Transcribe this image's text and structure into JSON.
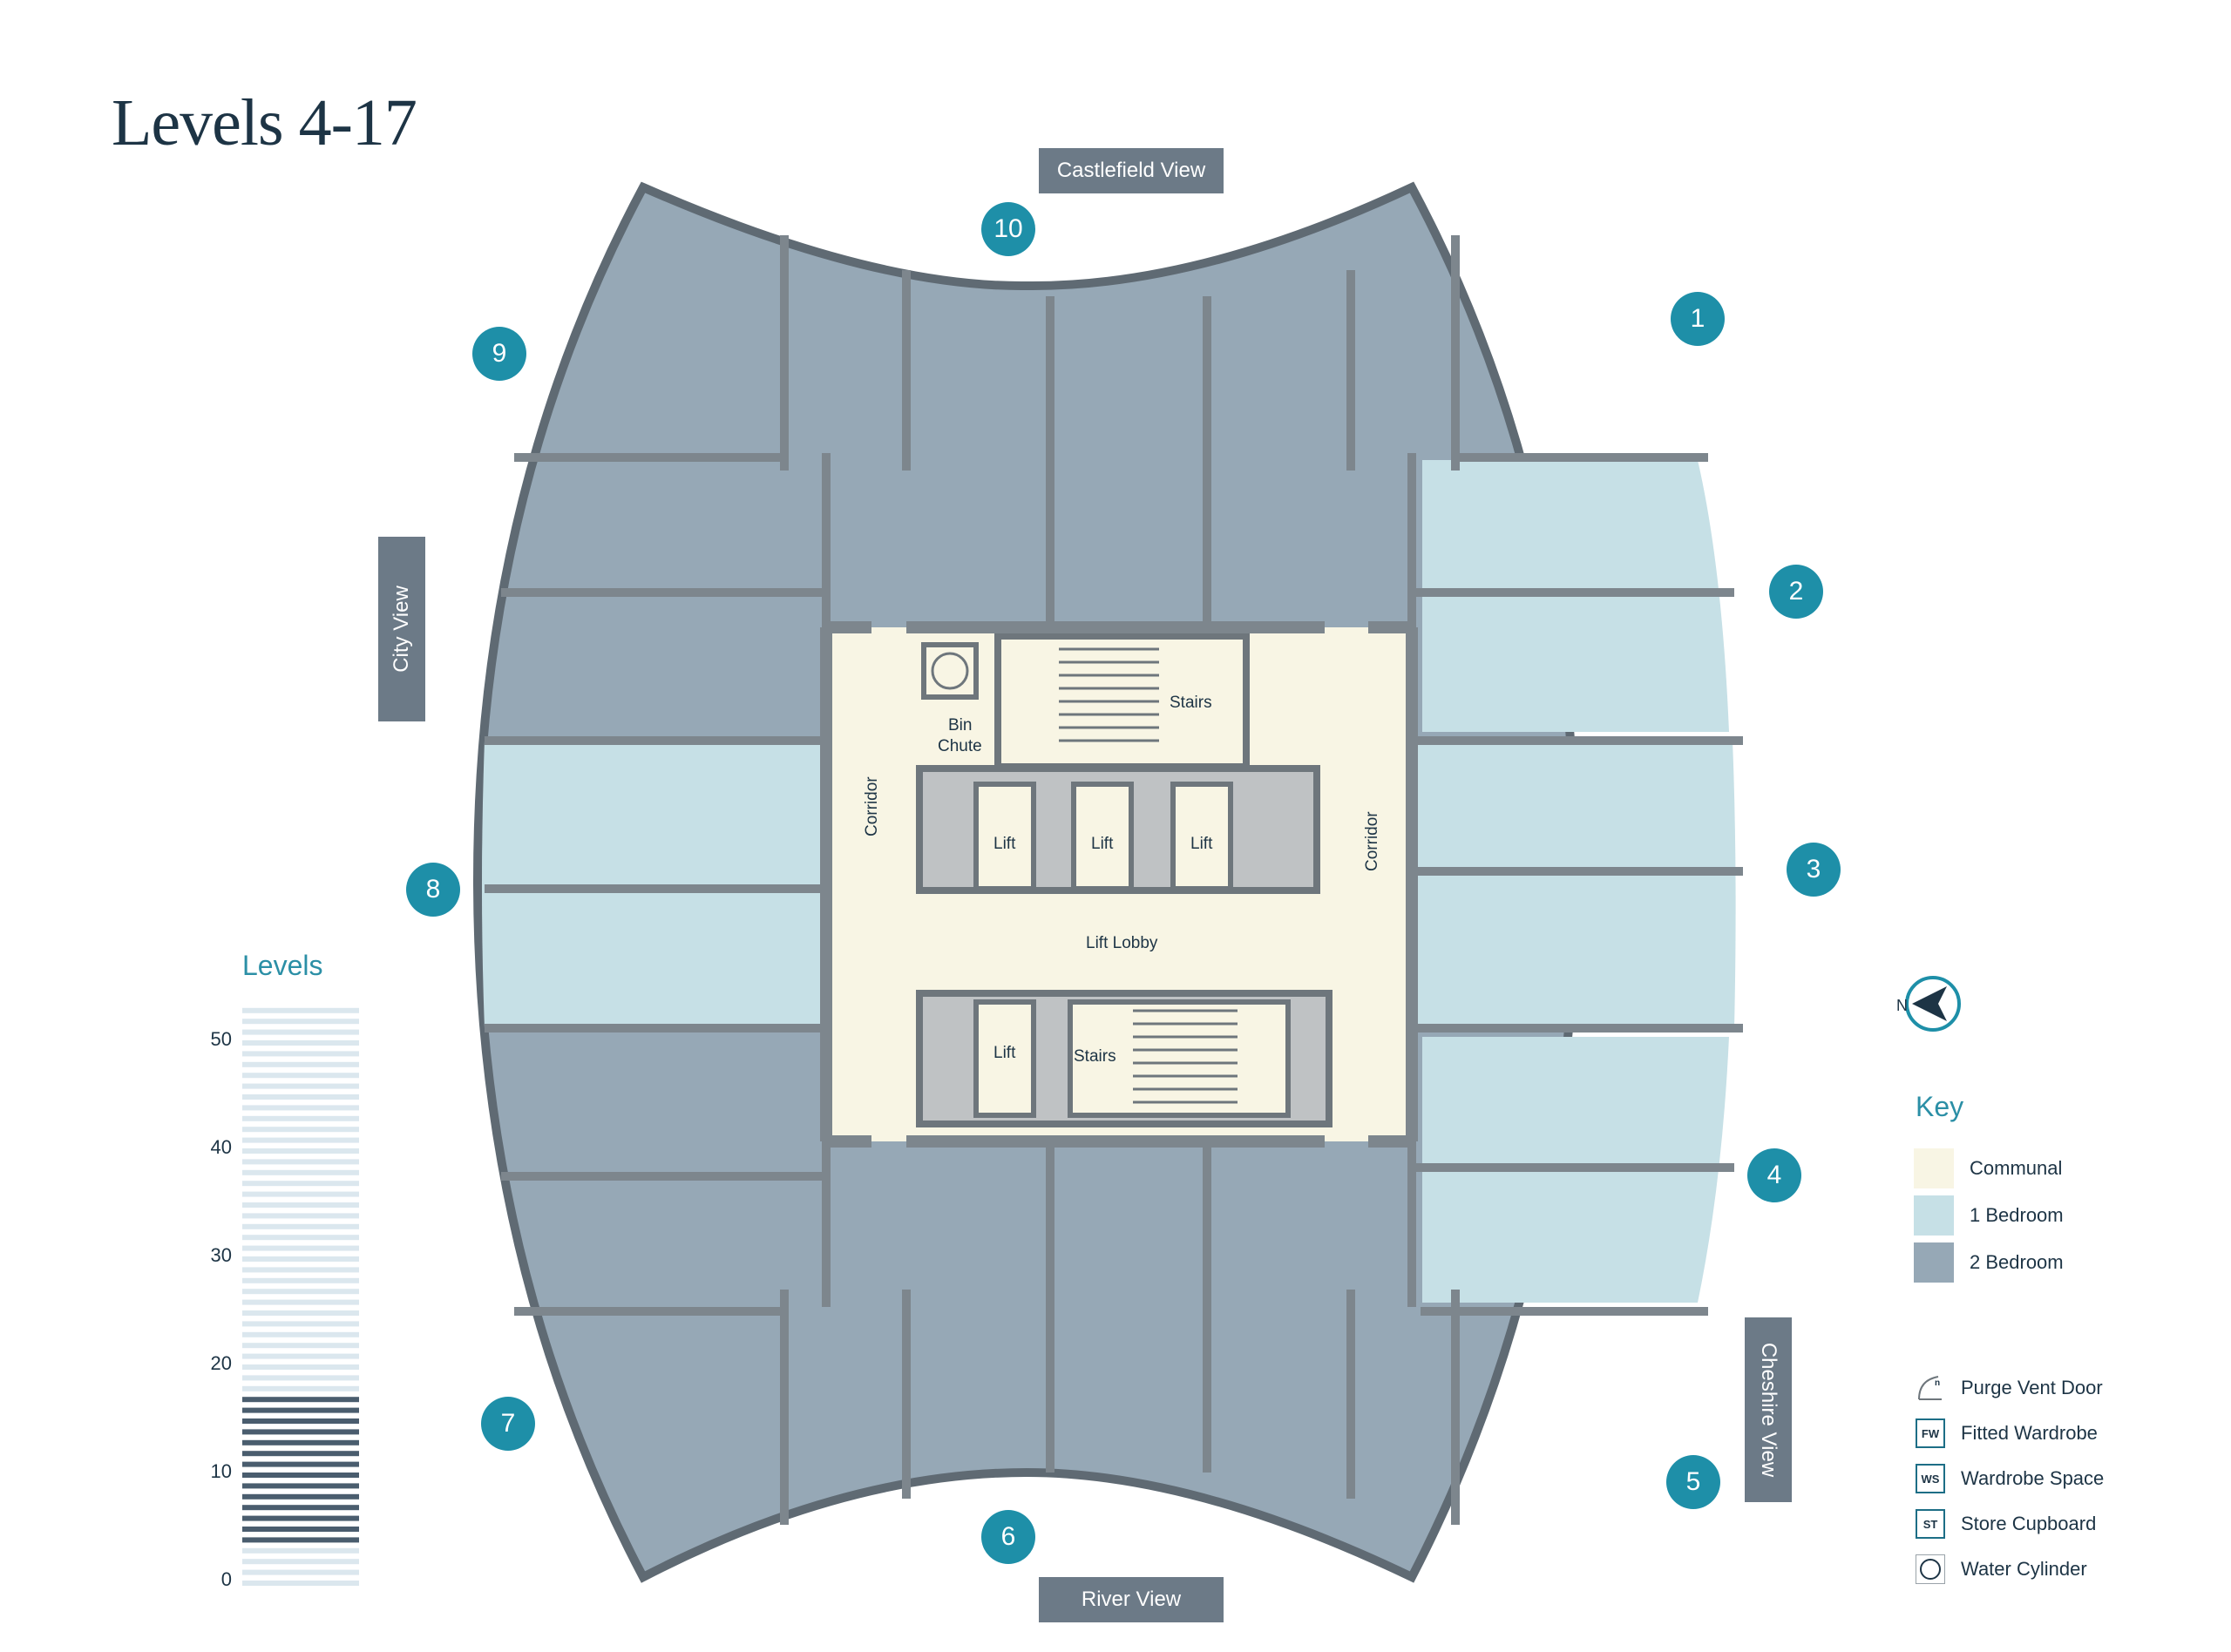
{
  "title": "Levels 4-17",
  "views": {
    "top": "Castlefield View",
    "left": "City View",
    "right": "Cheshire View",
    "bottom": "River View"
  },
  "units": [
    "1",
    "2",
    "3",
    "4",
    "5",
    "6",
    "7",
    "8",
    "9",
    "10"
  ],
  "core": {
    "stairs_top": "Stairs",
    "bin": "Bin",
    "chute": "Chute",
    "corridor_left": "Corridor",
    "corridor_right": "Corridor",
    "lift": "Lift",
    "lift_lobby": "Lift Lobby",
    "stairs_bottom": "Stairs"
  },
  "levels": {
    "title": "Levels",
    "ticks": [
      "50",
      "40",
      "30",
      "20",
      "10",
      "0"
    ],
    "highlight_range": [
      4,
      17
    ],
    "total": 53
  },
  "key": {
    "title": "Key",
    "areas": [
      {
        "label": "Communal",
        "color": "#f8f5e4"
      },
      {
        "label": "1 Bedroom",
        "color": "#c6e0e6"
      },
      {
        "label": "2 Bedroom",
        "color": "#96a8b6"
      }
    ],
    "symbols": [
      {
        "code": "",
        "label": "Purge Vent Door"
      },
      {
        "code": "FW",
        "label": "Fitted Wardrobe"
      },
      {
        "code": "WS",
        "label": "Wardrobe Space"
      },
      {
        "code": "ST",
        "label": "Store Cupboard"
      },
      {
        "code": "",
        "label": "Water Cylinder"
      }
    ]
  },
  "colors": {
    "two_bed": "#96a8b6",
    "one_bed": "#c6e0e6",
    "communal": "#f8f5e4",
    "wall": "#7d868d",
    "accent": "#1e8fa8",
    "view_label": "#6c7a87"
  },
  "icons": {
    "compass": "north-arrow-icon"
  }
}
